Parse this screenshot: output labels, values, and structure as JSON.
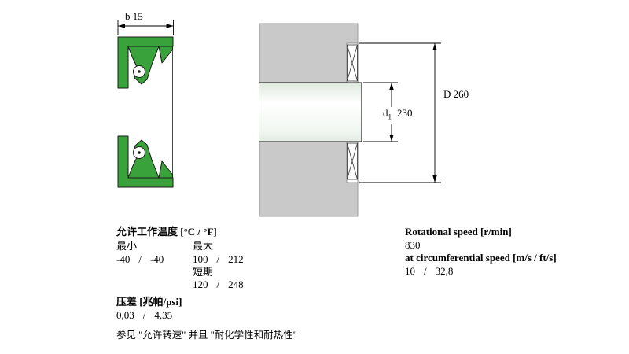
{
  "drawings": {
    "colors": {
      "seal_green": "#3aa23a",
      "housing_gray": "#c9c9c9"
    },
    "seal": {
      "dim_b": "b 15"
    },
    "mount": {
      "dim_d1_letter": "d",
      "dim_d1_sub": "1",
      "dim_d1_value": "230",
      "dim_D": "D 260"
    }
  },
  "specs": {
    "temperature": {
      "title": "允许工作温度 [°C / °F]",
      "col_min": "最小",
      "col_max": "最大",
      "min_c": "-40",
      "min_sep": "/",
      "min_f": "-40",
      "max_c": "100",
      "max_sep": "/",
      "max_f": "212",
      "short_term": "短期",
      "short_c": "120",
      "short_sep": "/",
      "short_f": "248"
    },
    "pressure": {
      "title": "压差 [兆帕/psi]",
      "mpa": "0,03",
      "sep": "/",
      "psi": "4,35"
    },
    "note": "参见 \"允许转速\" 并且 \"耐化学性和耐热性\""
  },
  "speed": {
    "title": "Rotational speed [r/min]",
    "value": "830",
    "sub_title": "at circumferential speed [m/s / ft/s]",
    "ms": "10",
    "sep": "/",
    "fts": "32,8"
  }
}
